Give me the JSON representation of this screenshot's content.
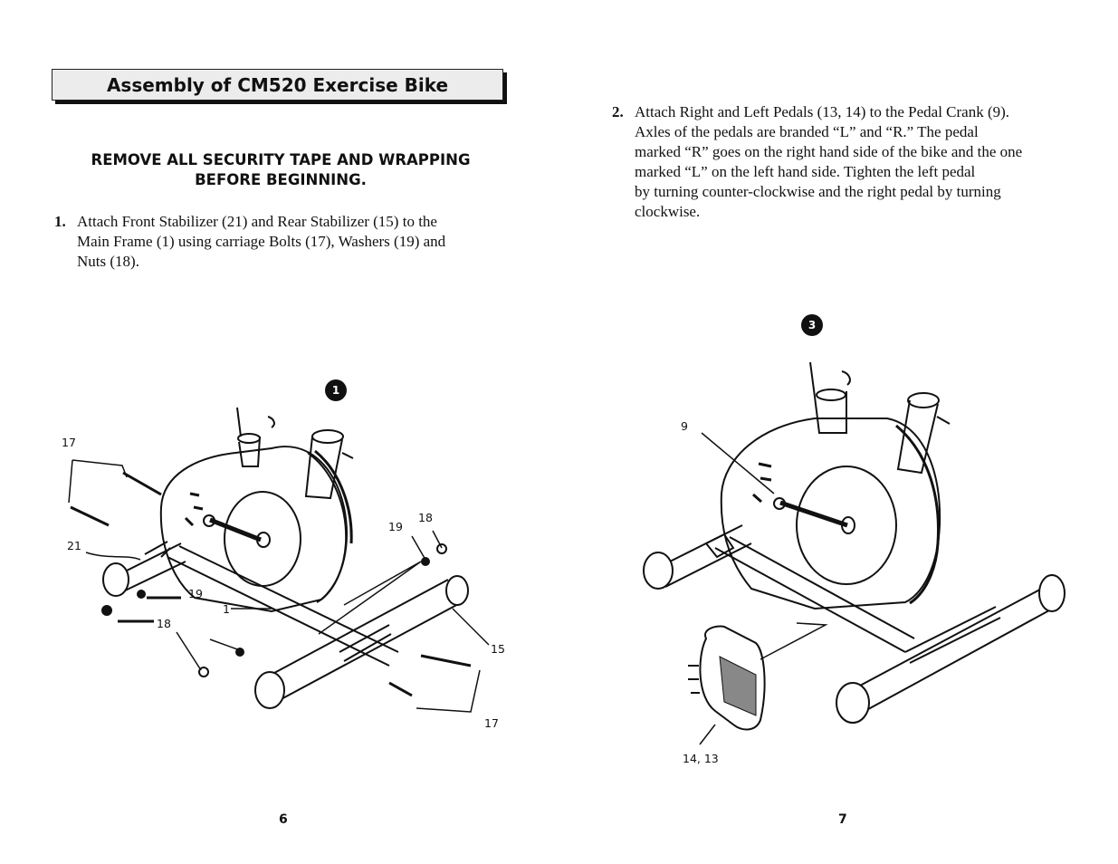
{
  "left_page": {
    "title": "Assembly of CM520 Exercise Bike",
    "warning_line1": "REMOVE ALL SECURITY TAPE AND WRAPPING",
    "warning_line2": "BEFORE BEGINNING.",
    "step1": {
      "number": "1.",
      "text": "Attach Front Stabilizer (21) and Rear Stabilizer (15) to the\nMain Frame (1) using carriage Bolts (17), Washers (19) and\nNuts (18)."
    },
    "figure_badge": "1",
    "callouts": {
      "c17_top": "17",
      "c21": "21",
      "c19_left": "19",
      "c18_left": "18",
      "c1": "1",
      "c19_right": "19",
      "c18_right": "18",
      "c15": "15",
      "c17_bottom": "17"
    },
    "page_number": "6"
  },
  "right_page": {
    "step2": {
      "number": "2.",
      "text": "Attach Right and Left Pedals (13, 14) to the Pedal Crank (9).\nAxles of the pedals are branded “L” and “R.” The pedal\nmarked “R” goes on the right hand side of the bike and the one\nmarked “L” on the left hand side. Tighten the left pedal\nby turning counter-clockwise and the right pedal by turning\nclockwise."
    },
    "figure_badge": "3",
    "callouts": {
      "c9": "9",
      "c14_13": "14, 13"
    },
    "page_number": "7"
  }
}
